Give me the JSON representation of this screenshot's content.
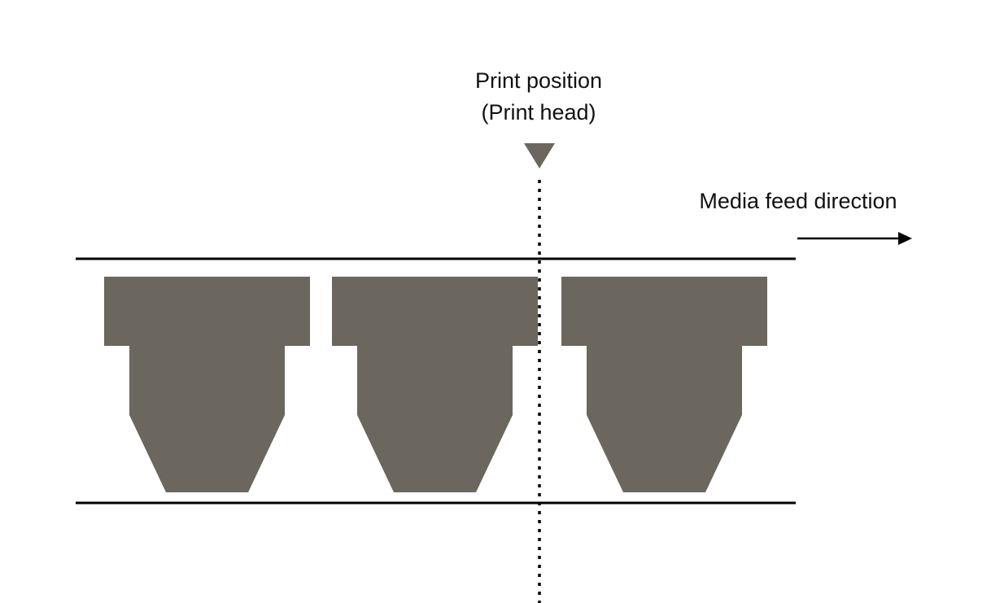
{
  "labels": {
    "print_position_line1": "Print position",
    "print_position_line2": "(Print head)",
    "media_feed_direction": "Media feed direction"
  },
  "colors": {
    "shape_fill": "#6b675f",
    "line_color": "#000000",
    "background": "#ffffff"
  }
}
